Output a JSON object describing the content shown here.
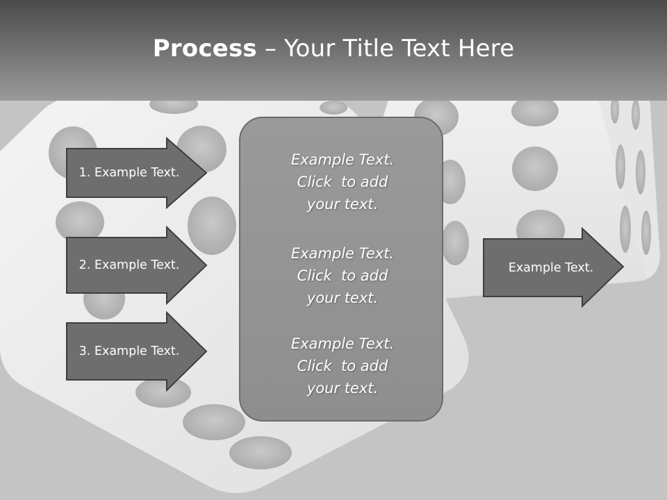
{
  "header": {
    "title_bold": "Process",
    "title_rest": " – Your Title Text Here"
  },
  "left_arrows": [
    {
      "label": "1. Example Text."
    },
    {
      "label": "2. Example Text."
    },
    {
      "label": "3. Example Text."
    }
  ],
  "center_panel": {
    "blocks": [
      {
        "line1": "Example Text.",
        "line2": "Click  to add",
        "line3": "your text."
      },
      {
        "line1": "Example Text.",
        "line2": "Click  to add",
        "line3": "your text."
      },
      {
        "line1": "Example Text.",
        "line2": "Click  to add",
        "line3": "your text."
      }
    ]
  },
  "right_arrow": {
    "label": "Example Text."
  },
  "colors": {
    "arrow_fill": "#6e6e6e",
    "arrow_border": "#3e3e3e",
    "panel_fill": "#949494",
    "background": "#c4c4c4"
  }
}
